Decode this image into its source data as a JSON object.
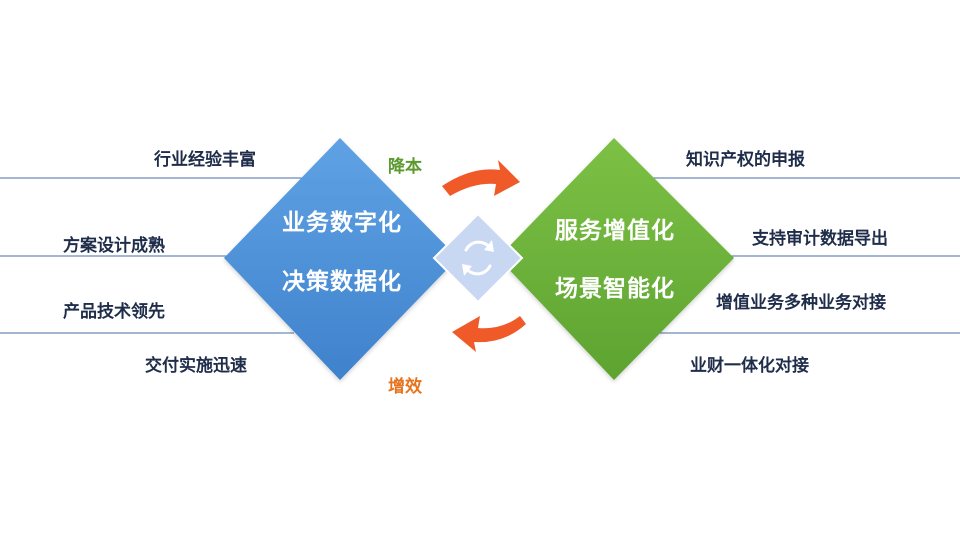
{
  "colors": {
    "blue": "#4a8fd6",
    "green": "#6cb33a",
    "center": "#c9d8f2",
    "arrow": "#f05a28",
    "text_dark": "#1f2d4a",
    "label_green": "#5a9a2e",
    "label_orange": "#e6731e",
    "line": "#4a6fa5"
  },
  "left_diamond": {
    "line1": "业务数字化",
    "line2": "决策数据化"
  },
  "right_diamond": {
    "line1": "服务增值化",
    "line2": "场景智能化"
  },
  "center_icon": "refresh-cycle-icon",
  "arrows": {
    "top_label": "降本",
    "bottom_label": "增效"
  },
  "left_items": [
    "行业经验丰富",
    "方案设计成熟",
    "产品技术领先",
    "交付实施迅速"
  ],
  "right_items": [
    "知识产权的申报",
    "支持审计数据导出",
    "增值业务多种业务对接",
    "业财一体化对接"
  ]
}
